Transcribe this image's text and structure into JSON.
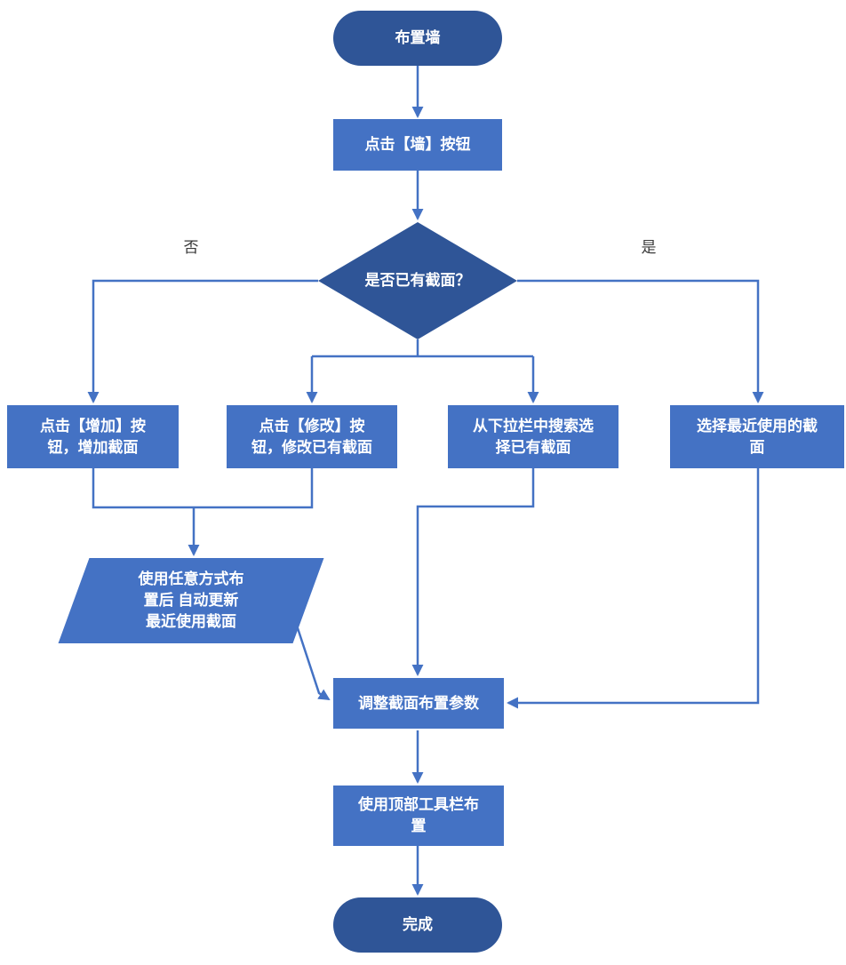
{
  "colors": {
    "dark_blue": "#2F5597",
    "medium_blue": "#4472C4",
    "label_text": "#3A3A3A"
  },
  "flowchart": {
    "start": "布置墙",
    "click_wall": "点击【墙】按钮",
    "decision": "是否已有截面？",
    "label_no": "否",
    "label_yes": "是",
    "add_section": "点击【增加】按\n钮，增加截面",
    "modify_section": "点击【修改】按\n钮，修改已有截面",
    "dropdown_select": "从下拉栏中搜索选\n择已有截面",
    "recent_section": "选择最近使用的截\n面",
    "auto_update": "使用任意方式布\n置后 自动更新\n最近使用截面",
    "adjust_params": "调整截面布置参数",
    "toolbar_layout": "使用顶部工具栏布\n置",
    "end": "完成"
  }
}
